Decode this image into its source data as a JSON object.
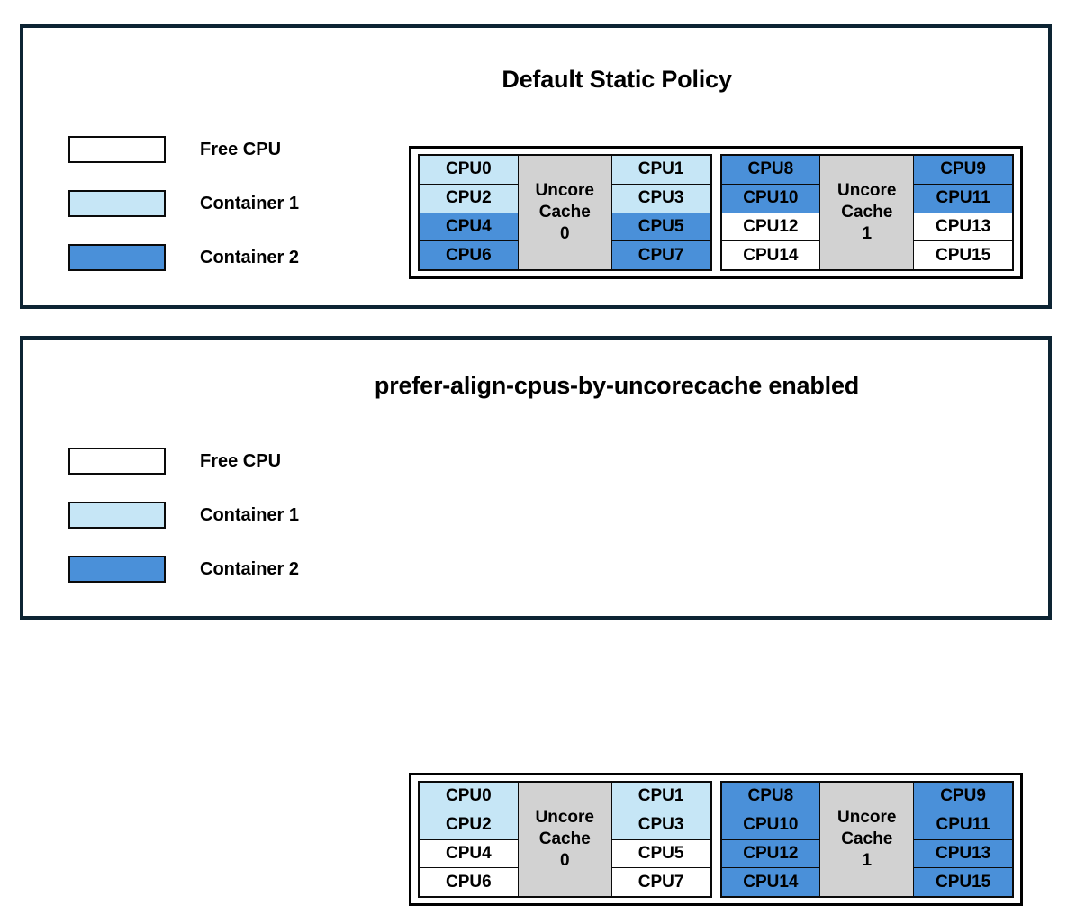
{
  "legend": {
    "items": [
      {
        "label": "Free CPU",
        "swatch": "free",
        "color": "#ffffff"
      },
      {
        "label": "Container 1",
        "swatch": "c1",
        "color": "#c6e6f6"
      },
      {
        "label": "Container 2",
        "swatch": "c2",
        "color": "#4a90d9"
      }
    ]
  },
  "panels": [
    {
      "title": "Default Static Policy",
      "groups": [
        {
          "uncore_line1": "Uncore",
          "uncore_line2": "Cache",
          "uncore_index": "0",
          "left_column": [
            {
              "label": "CPU0",
              "state": "c1"
            },
            {
              "label": "CPU2",
              "state": "c1"
            },
            {
              "label": "CPU4",
              "state": "c2"
            },
            {
              "label": "CPU6",
              "state": "c2"
            }
          ],
          "right_column": [
            {
              "label": "CPU1",
              "state": "c1"
            },
            {
              "label": "CPU3",
              "state": "c1"
            },
            {
              "label": "CPU5",
              "state": "c2"
            },
            {
              "label": "CPU7",
              "state": "c2"
            }
          ]
        },
        {
          "uncore_line1": "Uncore",
          "uncore_line2": "Cache",
          "uncore_index": "1",
          "left_column": [
            {
              "label": "CPU8",
              "state": "c2"
            },
            {
              "label": "CPU10",
              "state": "c2"
            },
            {
              "label": "CPU12",
              "state": "free"
            },
            {
              "label": "CPU14",
              "state": "free"
            }
          ],
          "right_column": [
            {
              "label": "CPU9",
              "state": "c2"
            },
            {
              "label": "CPU11",
              "state": "c2"
            },
            {
              "label": "CPU13",
              "state": "free"
            },
            {
              "label": "CPU15",
              "state": "free"
            }
          ]
        }
      ]
    },
    {
      "title": "prefer-align-cpus-by-uncorecache enabled",
      "groups": [
        {
          "uncore_line1": "Uncore",
          "uncore_line2": "Cache",
          "uncore_index": "0",
          "left_column": [
            {
              "label": "CPU0",
              "state": "c1"
            },
            {
              "label": "CPU2",
              "state": "c1"
            },
            {
              "label": "CPU4",
              "state": "free"
            },
            {
              "label": "CPU6",
              "state": "free"
            }
          ],
          "right_column": [
            {
              "label": "CPU1",
              "state": "c1"
            },
            {
              "label": "CPU3",
              "state": "c1"
            },
            {
              "label": "CPU5",
              "state": "free"
            },
            {
              "label": "CPU7",
              "state": "free"
            }
          ]
        },
        {
          "uncore_line1": "Uncore",
          "uncore_line2": "Cache",
          "uncore_index": "1",
          "left_column": [
            {
              "label": "CPU8",
              "state": "c2"
            },
            {
              "label": "CPU10",
              "state": "c2"
            },
            {
              "label": "CPU12",
              "state": "c2"
            },
            {
              "label": "CPU14",
              "state": "c2"
            }
          ],
          "right_column": [
            {
              "label": "CPU9",
              "state": "c2"
            },
            {
              "label": "CPU11",
              "state": "c2"
            },
            {
              "label": "CPU13",
              "state": "c2"
            },
            {
              "label": "CPU15",
              "state": "c2"
            }
          ]
        }
      ]
    }
  ],
  "colors": {
    "panel_border": "#0d2433",
    "free": "#ffffff",
    "container1": "#c6e6f6",
    "container2": "#4a90d9",
    "uncore_cache": "#d2d2d2",
    "cell_border": "#0a0a0a"
  }
}
